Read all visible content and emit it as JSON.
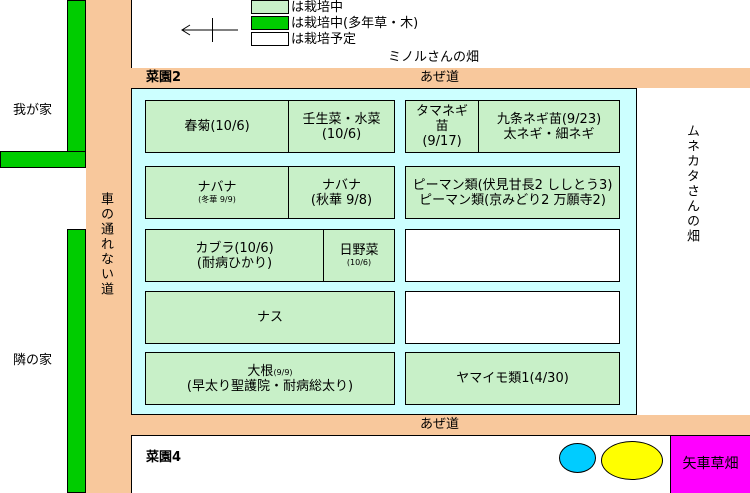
{
  "legend": {
    "cultivating": "は栽培中",
    "perennial": "は栽培中(多年草・木)",
    "planned": "は栽培予定"
  },
  "labels": {
    "neighbor_top": "ミノルさんの畑",
    "garden2": "菜園2",
    "aze_top": "あぜ道",
    "aze_bottom": "あぜ道",
    "my_house": "我が家",
    "neighbor_house": "隣の家",
    "car_road": "車の通れない道",
    "neighbor_right": "ムネカタさんの畑",
    "garden4": "菜園4",
    "yaguruma": "矢車草畑"
  },
  "plots": {
    "shungiku": "春菊(10/6)",
    "mibuna_line1": "壬生菜・水菜",
    "mibuna_line2": "(10/6)",
    "tamanegi_line1": "タマネギ",
    "tamanegi_line2": "苗",
    "tamanegi_line3": "(9/17)",
    "kujo_line1": "九条ネギ苗(9/23)",
    "kujo_line2": "太ネギ・細ネギ",
    "nabana1_line1": "ナバナ",
    "nabana1_line2": "(冬華 9/9)",
    "nabana2_line1": "ナバナ",
    "nabana2_line2": "(秋華 9/8)",
    "piman_line1": "ピーマン類(伏見甘長2 ししとう3)",
    "piman_line2": "ピーマン類(京みどり2 万願寺2)",
    "kabura_line1": "カブラ(10/6)",
    "kabura_line2": "(耐病ひかり)",
    "hino_line1": "日野菜",
    "hino_line2": "(10/6)",
    "nasu": "ナス",
    "daikon_line1_main": "大根",
    "daikon_line1_small": "(9/9)",
    "daikon_line2": "(早太り聖護院・耐病総太り)",
    "yamaimo": "ヤマイモ類1(4/30)"
  },
  "colors": {
    "road": "#f8c89c",
    "garden_bg": "#ccffff",
    "cultivating": "#c8f0c8",
    "perennial": "#00cc00",
    "planned": "#ffffff",
    "yaguruma": "#ff00ff",
    "cyan_circle": "#00ccff",
    "yellow_circle": "#ffff00"
  }
}
